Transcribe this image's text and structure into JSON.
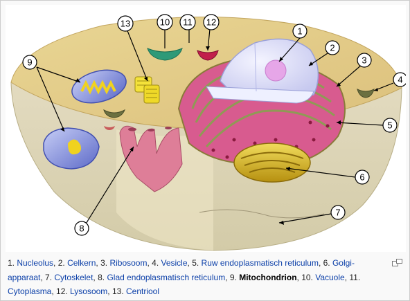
{
  "callouts": [
    "1",
    "2",
    "3",
    "4",
    "5",
    "6",
    "7",
    "8",
    "9",
    "10",
    "11",
    "12",
    "13"
  ],
  "caption": [
    {
      "num": "1. ",
      "label": "Nucleolus",
      "link": true,
      "sep": ", "
    },
    {
      "num": "2. ",
      "label": "Celkern",
      "link": true,
      "sep": ", "
    },
    {
      "num": "3. ",
      "label": "Ribosoom",
      "link": true,
      "sep": ", "
    },
    {
      "num": "4. ",
      "label": "Vesicle",
      "link": true,
      "sep": ", "
    },
    {
      "num": "5. ",
      "label": "Ruw endoplasmatisch reticulum",
      "link": true,
      "sep": ", "
    },
    {
      "num": "6. ",
      "label": "Golgi-apparaat",
      "link": true,
      "sep": ", "
    },
    {
      "num": "7. ",
      "label": "Cytoskelet",
      "link": true,
      "sep": ", "
    },
    {
      "num": "8. ",
      "label": "Glad endoplasmatisch reticulum",
      "link": true,
      "sep": ", "
    },
    {
      "num": "9. ",
      "label": "Mitochondrion",
      "link": false,
      "sep": ", "
    },
    {
      "num": "10. ",
      "label": "Vacuole",
      "link": true,
      "sep": ", "
    },
    {
      "num": "11. ",
      "label": "Cytoplasma",
      "link": true,
      "sep": ", "
    },
    {
      "num": "12. ",
      "label": "Lysosoom",
      "link": true,
      "sep": ", "
    },
    {
      "num": "13. ",
      "label": "Centriool",
      "link": true,
      "sep": ""
    }
  ],
  "colors": {
    "link": "#0b3fa8",
    "cytoplasm": "#e8d28a",
    "nucleus": "#d7d9f6",
    "nucleolus": "#e6a6e8",
    "er_rough": "#e06a9a",
    "er_smooth": "#d97f97",
    "golgi": "#e8c22a",
    "mito": "#7a86d8",
    "vacuole": "#2f9a78",
    "lysosome": "#c21f4b"
  },
  "icons": {
    "magnify": "magnify-clip-icon"
  }
}
